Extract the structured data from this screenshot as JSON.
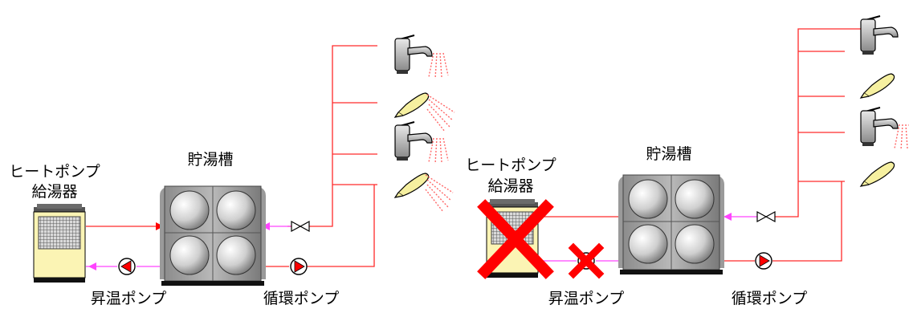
{
  "labels": {
    "heat_pump_line1": "ヒートポンプ",
    "heat_pump_line2": "給湯器",
    "tank": "貯湯槽",
    "boost_pump": "昇温ポンプ",
    "circ_pump": "循環ポンプ"
  },
  "colors": {
    "hot_pipe": "#ff2a2a",
    "return_pipe": "#ff44ff",
    "pump_fill": "#ff0000",
    "cross": "#ff0000",
    "hp_body": "#fbf4b4",
    "shower_head": "#f6f0a0"
  },
  "icons": [
    "heat-pump-icon",
    "storage-tank-icon",
    "pump-icon",
    "valve-icon",
    "faucet-icon",
    "shower-icon",
    "cross-icon"
  ],
  "scenario_note": {
    "left": "normal",
    "right": "heat-pump-failed"
  }
}
